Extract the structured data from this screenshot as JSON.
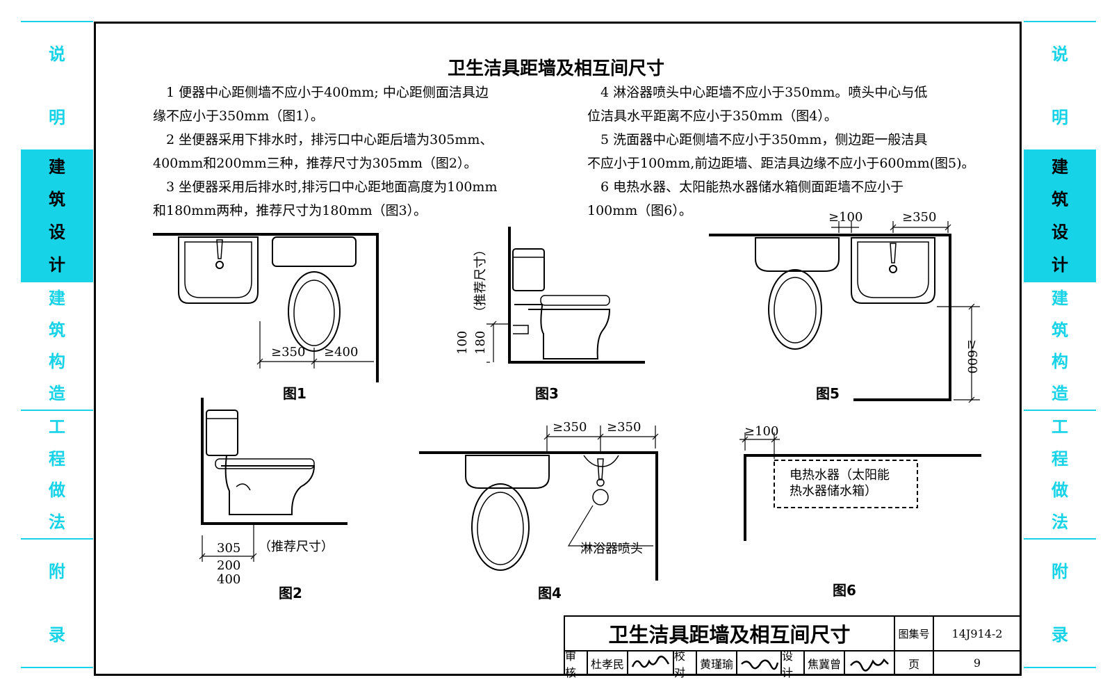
{
  "sidebar": {
    "tabs": [
      {
        "label": "说明",
        "chars": [
          "说",
          "明"
        ],
        "active": false
      },
      {
        "label": "建筑设计",
        "chars": [
          "建",
          "筑",
          "设",
          "计"
        ],
        "active": true
      },
      {
        "label": "建筑构造",
        "chars": [
          "建",
          "筑",
          "构",
          "造"
        ],
        "active": false
      },
      {
        "label": "工程做法",
        "chars": [
          "工",
          "程",
          "做",
          "法"
        ],
        "active": false
      },
      {
        "label": "附录",
        "chars": [
          "附",
          "录"
        ],
        "active": false
      }
    ],
    "accent_color": "#16d3e8"
  },
  "page_title": "卫生洁具距墙及相互间尺寸",
  "clauses_left": [
    "　1 便器中心距侧墙不应小于400mm; 中心距侧面洁具边",
    "缘不应小于350mm（图1）。",
    "　2 坐便器采用下排水时，排污口中心距后墙为305mm、",
    "400mm和200mm三种，推荐尺寸为305mm（图2）。",
    "　3 坐便器采用后排水时,排污口中心距地面高度为100mm",
    "和180mm两种，推荐尺寸为180mm（图3）。"
  ],
  "clauses_right": [
    "　4 淋浴器喷头中心距墙不应小于350mm。喷头中心与低",
    "位洁具水平距离不应小于350mm（图4）。",
    "　5 洗面器中心距侧墙不应小于350mm，侧边距一般洁具",
    "不应小于100mm,前边距墙、距洁具边缘不应小于600mm(图5)。",
    "　6 电热水器、太阳能热水器储水箱侧面距墙不应小于",
    "100mm（图6）。"
  ],
  "figures": {
    "fig1": {
      "label": "图1",
      "dim_a": "≥350",
      "dim_b": "≥400"
    },
    "fig2": {
      "label": "图2",
      "dim_main": "305",
      "dim_note": "（推荐尺寸）",
      "dim_alt1": "200",
      "dim_alt2": "400"
    },
    "fig3": {
      "label": "图3",
      "dim_100": "100",
      "dim_180": "180",
      "dim_note": "（推荐尺寸）"
    },
    "fig4": {
      "label": "图4",
      "dim_a": "≥350",
      "dim_b": "≥350",
      "callout": "淋浴器喷头"
    },
    "fig5": {
      "label": "图5",
      "dim_a": "≥100",
      "dim_b": "≥350",
      "dim_c": "≥600"
    },
    "fig6": {
      "label": "图6",
      "dim_a": "≥100",
      "box_line1": "电热水器（太阳能",
      "box_line2": "热水器储水箱）"
    }
  },
  "title_block": {
    "title": "卫生洁具距墙及相互间尺寸",
    "atlas_label": "图集号",
    "atlas_no": "14J914-2",
    "reviewer_role": "审核",
    "reviewer_name": "杜孝民",
    "checker_role": "校对",
    "checker_name": "黄瑾瑜",
    "designer_role": "设计",
    "designer_name": "焦冀曾",
    "page_label": "页",
    "page_no": "9"
  }
}
